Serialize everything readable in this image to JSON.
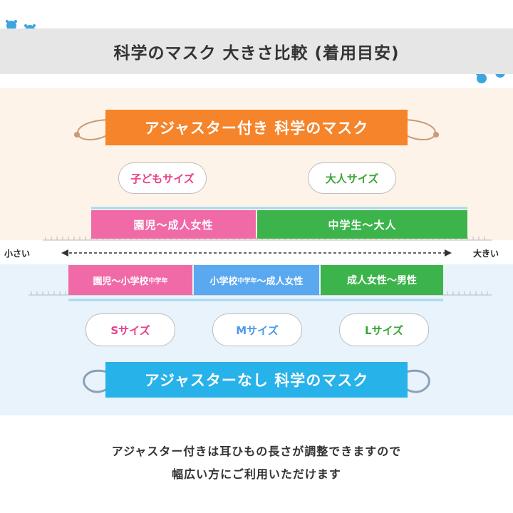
{
  "title": "科学のマスク 大きさ比較 (着用目安)",
  "adjuster_banner": "アジャスター付き 科学のマスク",
  "no_adjuster_banner": "アジャスターなし 科学のマスク",
  "top_sizes": [
    {
      "label": "子どもサイズ",
      "color": "#e8418a"
    },
    {
      "label": "大人サイズ",
      "color": "#3aa635"
    }
  ],
  "top_bars": [
    {
      "label": "園児～成人女性",
      "color": "#f06aa8"
    },
    {
      "label": "中学生～大人",
      "color": "#3cb44b"
    }
  ],
  "scale": {
    "left": "小さい",
    "right": "大きい"
  },
  "bottom_bars": [
    {
      "label_main": "園児～小学校",
      "label_small": "中学年",
      "color": "#f06aa8"
    },
    {
      "label_main": "小学校",
      "label_small": "中学年",
      "label_end": "～成人女性",
      "color": "#5aa8f0"
    },
    {
      "label": "成人女性～男性",
      "color": "#3cb44b"
    }
  ],
  "bottom_sizes": [
    {
      "label": "Sサイズ",
      "color": "#e8418a"
    },
    {
      "label": "Mサイズ",
      "color": "#4a9be8"
    },
    {
      "label": "Lサイズ",
      "color": "#3aa635"
    }
  ],
  "footer": {
    "line1": "アジャスター付きは耳ひもの長さが調整できますので",
    "line2": "幅広い方にご利用いただけます"
  },
  "colors": {
    "orange": "#f5842a",
    "cyan": "#27b2ea"
  }
}
